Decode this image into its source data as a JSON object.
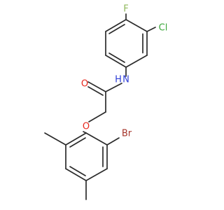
{
  "molecule": {
    "atoms": [
      {
        "id": "F",
        "label": "F",
        "color": "#8fb85a"
      },
      {
        "id": "Cl",
        "label": "Cl",
        "color": "#3aa63a"
      },
      {
        "id": "N",
        "label": "N",
        "color": "#2f3ed6"
      },
      {
        "id": "H",
        "label": "H",
        "color": "#2f3ed6"
      },
      {
        "id": "O1",
        "label": "O",
        "color": "#e8281e"
      },
      {
        "id": "O2",
        "label": "O",
        "color": "#e8281e"
      },
      {
        "id": "Br",
        "label": "Br",
        "color": "#a5342a"
      }
    ],
    "bond_color": "#2b2b2b"
  }
}
